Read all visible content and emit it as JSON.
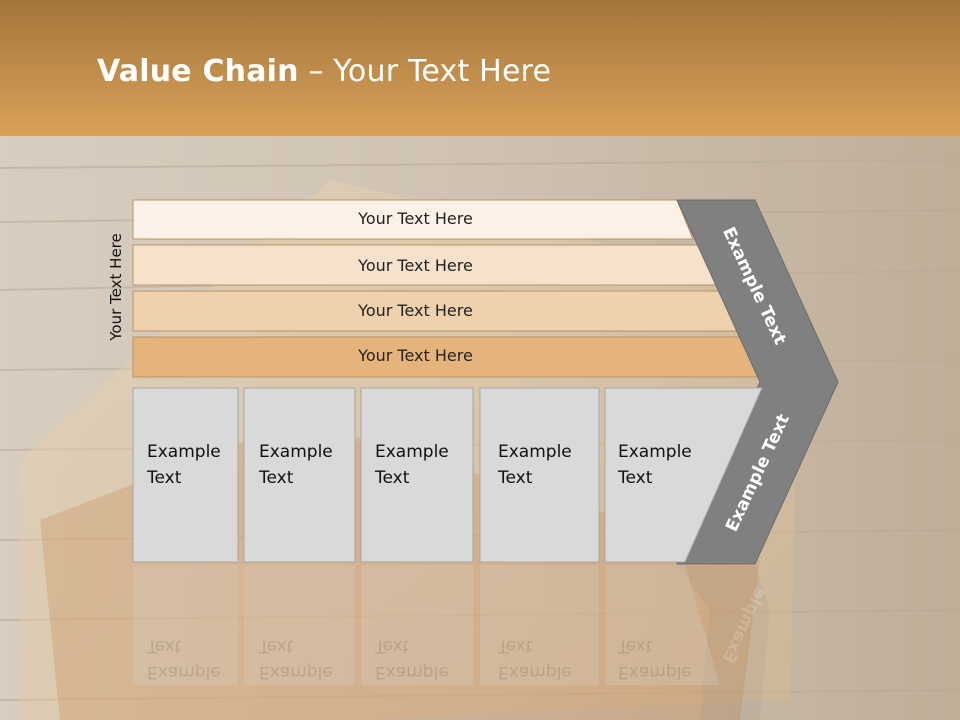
{
  "title": {
    "bold": "Value Chain",
    "rest": " – Your Text Here"
  },
  "side_label": "Your Text Here",
  "rows": [
    {
      "label": "Your Text Here",
      "color": "#fbf1e6"
    },
    {
      "label": "Your Text Here",
      "color": "#f6e2ca"
    },
    {
      "label": "Your Text Here",
      "color": "#f0d1ad"
    },
    {
      "label": "Your Text Here",
      "color": "#e5b37c"
    }
  ],
  "boxes": [
    {
      "line1": "Example",
      "line2": "Text"
    },
    {
      "line1": "Example",
      "line2": "Text"
    },
    {
      "line1": "Example",
      "line2": "Text"
    },
    {
      "line1": "Example",
      "line2": "Text"
    },
    {
      "line1": "Example",
      "line2": "Text"
    }
  ],
  "arrow": {
    "upper": "Example Text",
    "lower": "Example Text",
    "mirror": "Example"
  },
  "colors": {
    "header": "#cf974f",
    "box_fill": "#d9d9d9",
    "arrow_fill": "#808080",
    "wood": "#cfc3b3"
  }
}
